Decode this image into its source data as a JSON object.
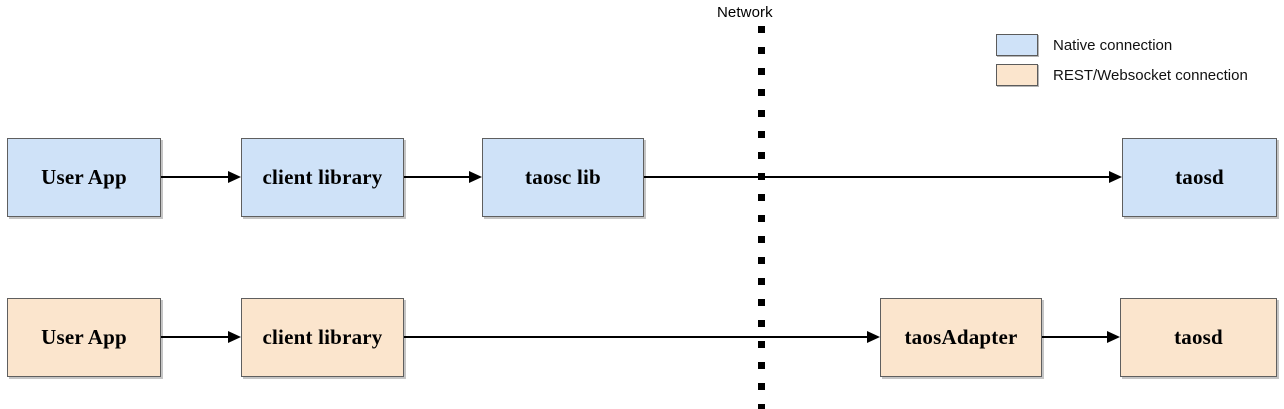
{
  "diagram": {
    "network_label": "Network",
    "legend": [
      {
        "swatch_color": "#cfe2f8",
        "label": "Native connection",
        "name": "native-connection"
      },
      {
        "swatch_color": "#fbe5cd",
        "label": "REST/Websocket connection",
        "name": "rest-websocket-connection"
      }
    ],
    "rows": [
      {
        "name": "native-connection-flow",
        "style": "native",
        "nodes": [
          {
            "label": "User App",
            "name": "user-app"
          },
          {
            "label": "client library",
            "name": "client-library"
          },
          {
            "label": "taosc lib",
            "name": "taosc-lib"
          },
          {
            "label": "taosd",
            "name": "taosd"
          }
        ]
      },
      {
        "name": "rest-websocket-connection-flow",
        "style": "rest",
        "nodes": [
          {
            "label": "User App",
            "name": "user-app"
          },
          {
            "label": "client library",
            "name": "client-library"
          },
          {
            "label": "taosAdapter",
            "name": "taos-adapter"
          },
          {
            "label": "taosd",
            "name": "taosd"
          }
        ]
      }
    ]
  }
}
